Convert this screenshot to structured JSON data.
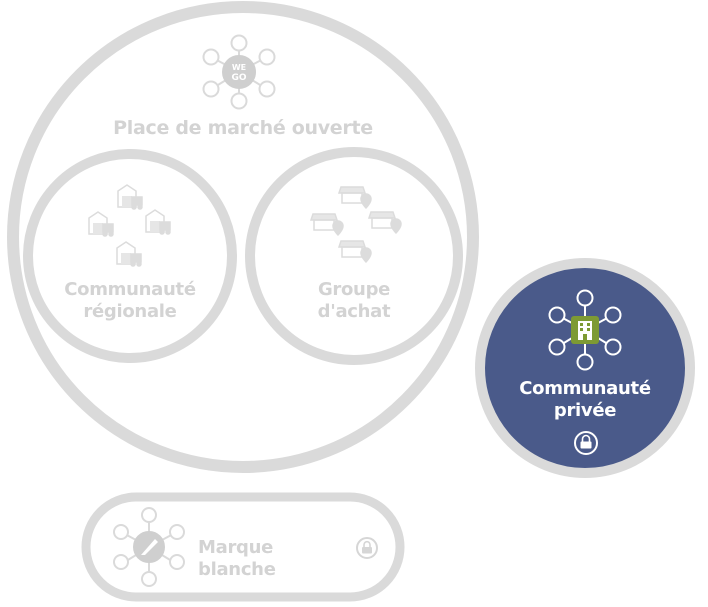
{
  "open_marketplace": {
    "label": "Place de marché ouverte",
    "logo_text": [
      "WE",
      "GO"
    ]
  },
  "regional_community": {
    "label_line1": "Communauté",
    "label_line2": "régionale",
    "icon": "warehouse-truck-icon"
  },
  "buying_group": {
    "label_line1": "Groupe",
    "label_line2": "d'achat",
    "icon": "store-location-icon"
  },
  "private_community": {
    "label_line1": "Communauté",
    "label_line2": "privée",
    "icon": "building-icon",
    "lock_icon": "lock-icon"
  },
  "white_label": {
    "label": "Marque blanche",
    "icon": "hub-icon",
    "lock_icon": "lock-icon"
  },
  "colors": {
    "grey": "#d6d6d6",
    "navy": "#4a5a8a",
    "green": "#7d9a33",
    "white": "#ffffff"
  }
}
